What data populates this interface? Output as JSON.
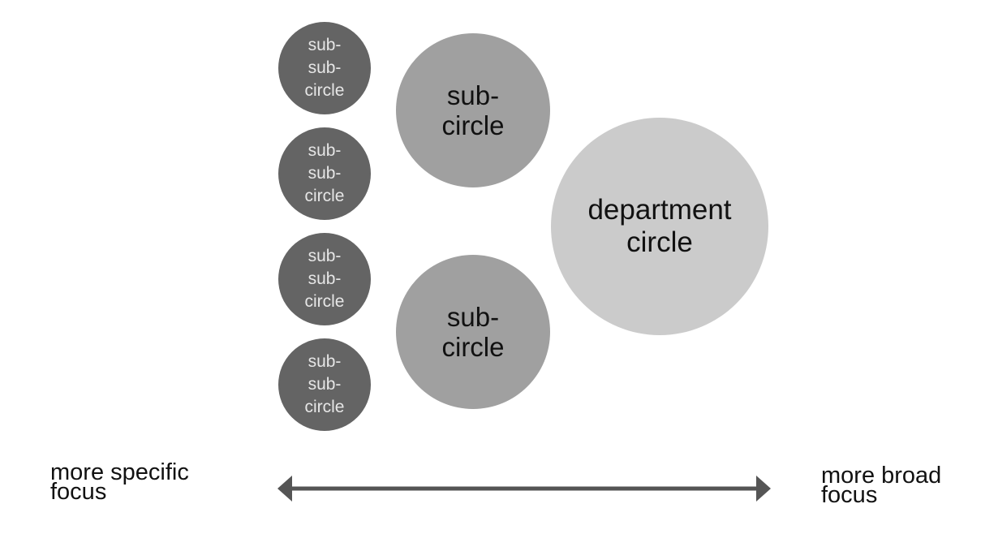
{
  "colors": {
    "sub_sub_circle_fill": "#646464",
    "sub_sub_circle_text": "#e6e6e6",
    "sub_circle_fill": "#a0a0a0",
    "sub_circle_text": "#111111",
    "department_circle_fill": "#cbcbcb",
    "department_circle_text": "#111111",
    "arrow": "#555555"
  },
  "sub_sub_circles": [
    {
      "label": "sub-\nsub-\ncircle"
    },
    {
      "label": "sub-\nsub-\ncircle"
    },
    {
      "label": "sub-\nsub-\ncircle"
    },
    {
      "label": "sub-\nsub-\ncircle"
    }
  ],
  "sub_circles": [
    {
      "label": "sub-\ncircle"
    },
    {
      "label": "sub-\ncircle"
    }
  ],
  "department_circle": {
    "label": "department\ncircle"
  },
  "axis": {
    "left_label": "more specific\nfocus",
    "right_label": "more broad\nfocus",
    "direction": "double-headed-horizontal"
  }
}
